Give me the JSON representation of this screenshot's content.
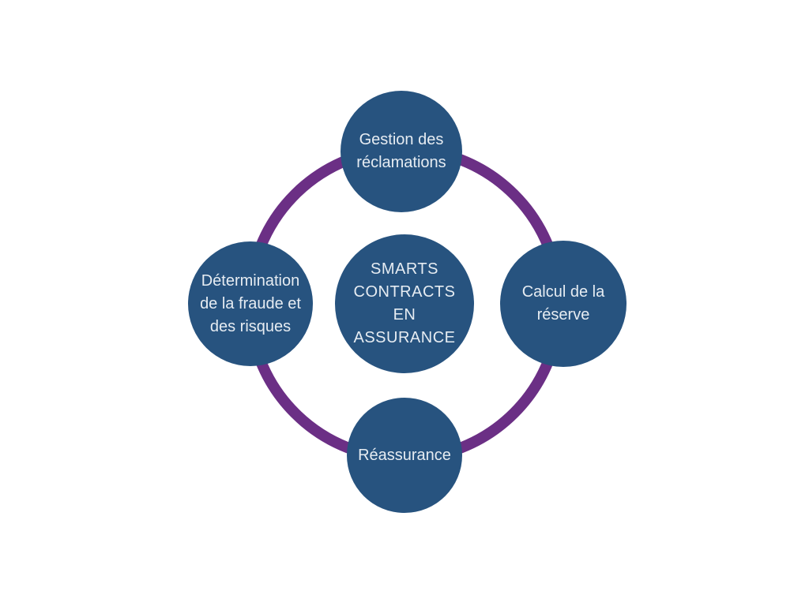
{
  "diagram": {
    "type": "cycle-diagram",
    "center": {
      "label": "SMARTS CONTRACTS EN ASSURANCE",
      "lines": [
        "SMARTS",
        "CONTRACTS",
        "EN",
        "ASSURANCE"
      ]
    },
    "nodes": [
      {
        "position": "top",
        "label": "Gestion des réclamations",
        "lines": [
          "Gestion des",
          "réclamations"
        ]
      },
      {
        "position": "right",
        "label": "Calcul de la réserve",
        "lines": [
          "Calcul de la",
          "réserve"
        ]
      },
      {
        "position": "bottom",
        "label": "Réassurance",
        "lines": [
          "Réassurance"
        ]
      },
      {
        "position": "left",
        "label": "Détermination de la fraude et des risques",
        "lines": [
          "Détermination",
          "de la fraude et",
          "des risques"
        ]
      }
    ],
    "colors": {
      "node_fill": "#27537F",
      "ring_stroke": "#6B2F85",
      "label_text": "#E6ECF2",
      "background": "#FFFFFF"
    }
  }
}
